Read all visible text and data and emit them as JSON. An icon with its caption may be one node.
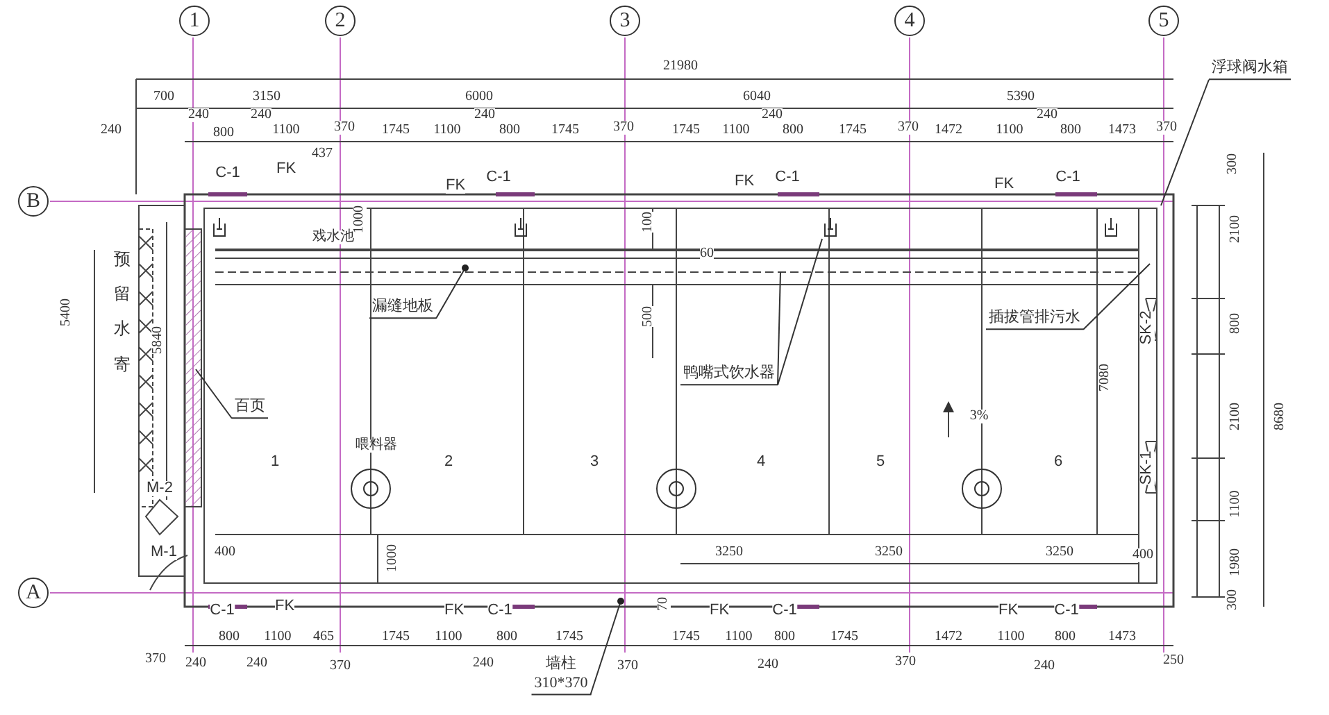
{
  "diagram": {
    "nodes": [
      {
        "text": [
          "1"
        ]
      },
      {
        "text": [
          "2"
        ]
      },
      {
        "text": [
          "3"
        ]
      },
      {
        "text": [
          "4"
        ]
      },
      {
        "text": [
          "5"
        ]
      },
      {
        "text": [
          "B"
        ]
      },
      {
        "text": [
          "A"
        ]
      },
      {
        "text": [
          "浮球阀水箱"
        ]
      },
      {
        "text": [
          "漏缝地板"
        ]
      },
      {
        "text": [
          "鸭嘴式饮水器"
        ]
      },
      {
        "text": [
          "插拔管排污水"
        ]
      },
      {
        "text": [
          "百页"
        ]
      },
      {
        "text": [
          "墙柱",
          "310*370"
        ]
      },
      {
        "text": [],
        "shape": "picture"
      },
      {
        "text": [],
        "shape": "picture"
      },
      {
        "text": [],
        "shape": "picture"
      },
      {
        "text": [],
        "shape": "picture"
      }
    ],
    "edges": [
      {
        "from": 7,
        "to": null,
        "arrow": "none"
      },
      {
        "from": 8,
        "to": null,
        "arrow": "other"
      },
      {
        "from": 9,
        "to": 15,
        "arrow": "none"
      },
      {
        "from": 9,
        "to": null,
        "arrow": "none"
      },
      {
        "from": 10,
        "to": null,
        "arrow": "none"
      },
      {
        "from": 11,
        "to": null,
        "arrow": "none"
      },
      {
        "from": 12,
        "to": null,
        "arrow": "other"
      }
    ],
    "labels": [
      "21980",
      "700",
      "3150",
      "6000",
      "6040",
      "5390",
      "240",
      "240",
      "800",
      "240",
      "1100",
      "370",
      "1745",
      "1100",
      "240",
      "800",
      "1745",
      "370",
      "1745",
      "1100",
      "240",
      "800",
      "1745",
      "370",
      "1472",
      "1100",
      "240",
      "800",
      "1473",
      "370",
      "437",
      "C-1",
      "FK",
      "FK",
      "C-1",
      "FK",
      "C-1",
      "FK",
      "C-1",
      "300",
      "戏水池",
      "1000",
      "100",
      "60",
      "2100",
      "500",
      "SK-2",
      "800",
      "5400",
      "预留水寄",
      "5840",
      "7080",
      "3%",
      "2100",
      "8680",
      "喂料器",
      "1",
      "2",
      "3",
      "4",
      "5",
      "6",
      "SK-1",
      "1100",
      "M-2",
      "M-1",
      "400",
      "1000",
      "3250",
      "3250",
      "3250",
      "400",
      "1980",
      "300",
      "C-1",
      "FK",
      "FK",
      "C-1",
      "70",
      "FK",
      "C-1",
      "FK",
      "C-1",
      "800",
      "1100",
      "465",
      "1745",
      "1100",
      "800",
      "1745",
      "1745",
      "1100",
      "800",
      "1745",
      "1472",
      "1100",
      "800",
      "1473",
      "370",
      "240",
      "240",
      "370",
      "240",
      "370",
      "240",
      "370",
      "240",
      "250"
    ]
  }
}
